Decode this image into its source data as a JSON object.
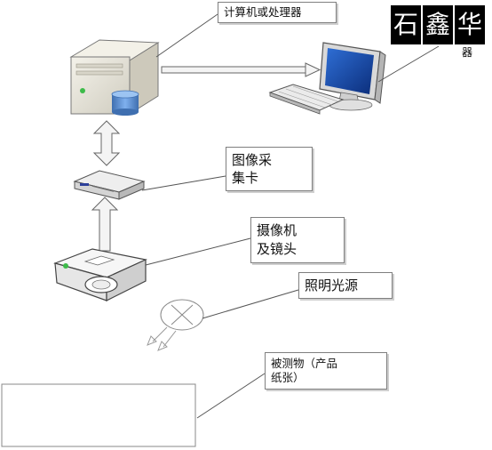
{
  "labels": {
    "computer": "计算机或处理器",
    "capture_card": [
      "图像采",
      "集卡"
    ],
    "camera": [
      "摄像机",
      "及镜头"
    ],
    "light": "照明光源",
    "object": [
      "被测物（产品",
      "纸张）"
    ]
  },
  "logo": {
    "chars": [
      "石",
      "鑫",
      "华"
    ],
    "sub": "器",
    "reg": "®"
  },
  "colors": {
    "case": "#e9e7dd",
    "case_shadow": "#c8c5b8",
    "drum": "#5b8fd0",
    "arrow_fill": "#f4f4f4",
    "line": "#555555"
  }
}
